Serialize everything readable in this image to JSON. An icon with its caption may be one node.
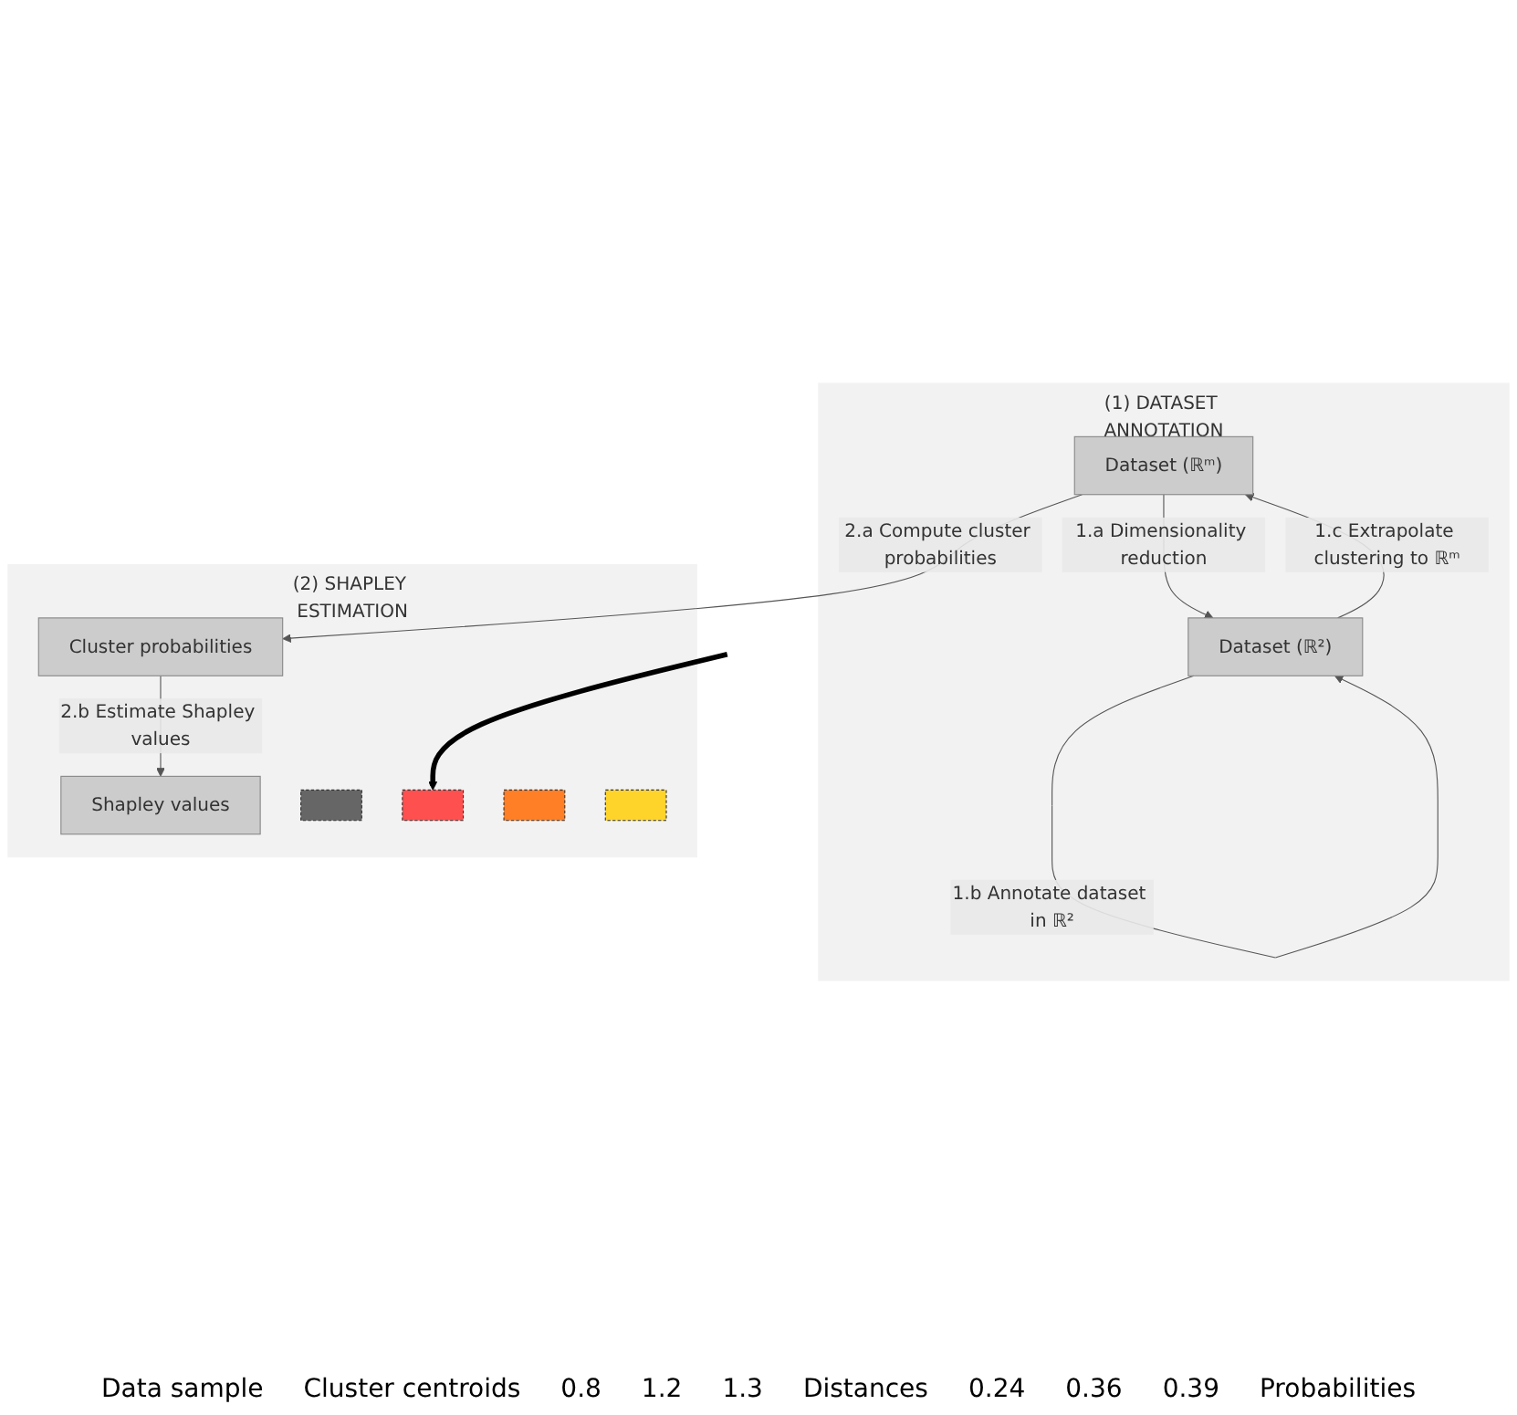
{
  "diagram": {
    "nodes": [
      {
        "text": [
          "(1) DATASET ANNOTATION"
        ]
      },
      {
        "text": [
          "Dataset (ℝᵐ)"
        ],
        "in": 0
      },
      {
        "text": [
          "Dataset (ℝ²)"
        ],
        "in": 0
      },
      {
        "text": [
          "(2) SHAPLEY ESTIMATION"
        ]
      },
      {
        "text": [
          "Cluster probabilities"
        ],
        "in": 3
      },
      {
        "text": [
          "Shapley values"
        ],
        "in": 3
      },
      {
        "text": [],
        "shape": "box",
        "in": 3
      },
      {
        "text": [],
        "shape": "box",
        "in": 3
      },
      {
        "text": [],
        "shape": "box",
        "in": 3
      },
      {
        "text": [],
        "shape": "box",
        "in": 3
      }
    ],
    "edges": [
      {
        "from": 1,
        "to": 2,
        "arrow": "to",
        "label": "1.a Dimensionality reduction"
      },
      {
        "from": 2,
        "to": 2,
        "arrow": "to",
        "label": "1.b Annotate dataset in ℝ²"
      },
      {
        "from": 2,
        "to": 1,
        "arrow": "to",
        "label": "1.c Extrapolate clustering to ℝᵐ"
      },
      {
        "from": 1,
        "to": 4,
        "arrow": "to",
        "label": "2.a Compute cluster probabilities"
      },
      {
        "from": 4,
        "to": 5,
        "arrow": "to",
        "label": "2.b Estimate Shapley values"
      },
      {
        "from": null,
        "to": 7,
        "arrow": "to",
        "style": "thick",
        "color": "#000000"
      }
    ],
    "labels": [
      "Data sample",
      "Cluster centroids",
      "0.8",
      "1.2",
      "1.3",
      "Distances",
      "0.24",
      "0.36",
      "0.39",
      "Probabilities"
    ]
  }
}
